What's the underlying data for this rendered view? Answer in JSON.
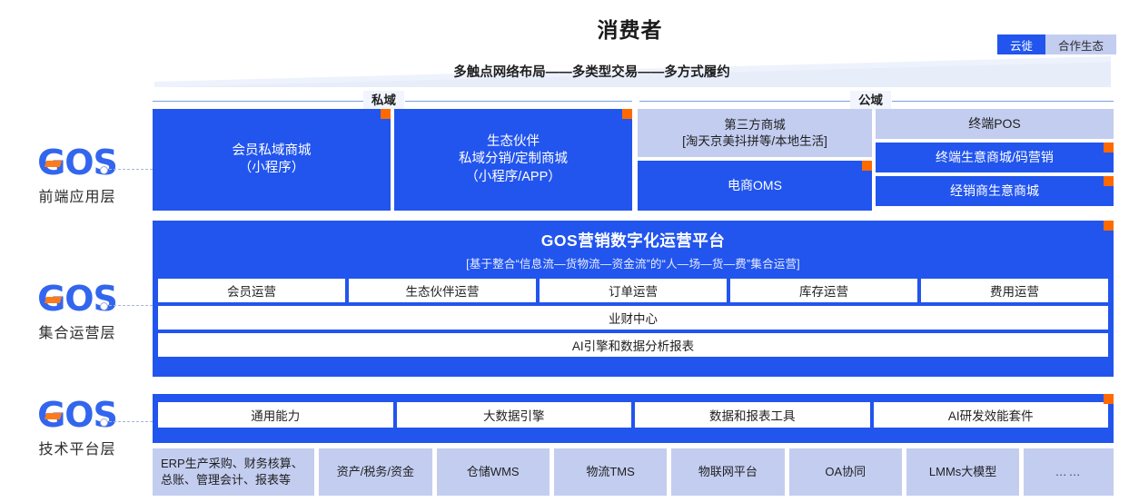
{
  "header": {
    "title": "消费者",
    "legend": [
      {
        "label": "云徙",
        "color": "#2255ee",
        "kind": "brand"
      },
      {
        "label": "合作生态",
        "color": "#c3cdf0",
        "kind": "partner"
      }
    ]
  },
  "funnel": {
    "text": "多触点网络布局——多类型交易——多方式履约"
  },
  "domains": [
    {
      "label": "私域"
    },
    {
      "label": "公域"
    }
  ],
  "rails": [
    {
      "logo": "GOS",
      "label": "前端应用层"
    },
    {
      "logo": "GOS",
      "label": "集合运营层"
    },
    {
      "logo": "GOS",
      "label": "技术平台层"
    }
  ],
  "frontend": {
    "private": [
      {
        "lines": [
          "会员私域商城",
          "（小程序）"
        ],
        "style": "blue",
        "corner": true
      },
      {
        "lines": [
          "生态伙伴",
          "私域分销/定制商城",
          "（小程序/APP）"
        ],
        "style": "blue",
        "corner": true
      }
    ],
    "public_left": [
      {
        "lines": [
          "第三方商城",
          "[淘天京美抖拼等/本地生活]"
        ],
        "style": "lilac",
        "corner": false
      },
      {
        "lines": [
          "电商OMS"
        ],
        "style": "blue",
        "corner": true
      }
    ],
    "public_right": [
      {
        "lines": [
          "终端POS"
        ],
        "style": "lilac",
        "corner": false
      },
      {
        "lines": [
          "终端生意商城/码营销"
        ],
        "style": "blue",
        "corner": true
      },
      {
        "lines": [
          "经销商生意商城"
        ],
        "style": "blue",
        "corner": true
      }
    ]
  },
  "ops": {
    "title": "GOS营销数字化运营平台",
    "subtitle": "[基于整合“信息流—货物流—资金流”的“人—场—货—费”集合运营]",
    "corner": true,
    "cells": [
      "会员运营",
      "生态伙伴运营",
      "订单运营",
      "库存运营",
      "费用运营"
    ],
    "wide_rows": [
      "业财中心",
      "AI引擎和数据分析报表"
    ]
  },
  "tech": {
    "corner": true,
    "cells": [
      "通用能力",
      "大数据引擎",
      "数据和报表工具",
      "AI研发效能套件"
    ],
    "foundation": [
      {
        "text": "ERP生产采购、财务核算、总账、管理会计、报表等",
        "wide": true
      },
      {
        "text": "资产/税务/资金",
        "wide": false
      },
      {
        "text": "仓储WMS",
        "wide": false
      },
      {
        "text": "物流TMS",
        "wide": false
      },
      {
        "text": "物联网平台",
        "wide": false
      },
      {
        "text": "OA协同",
        "wide": false
      },
      {
        "text": "LMMs大模型",
        "wide": false
      },
      {
        "text": "……",
        "wide": false
      }
    ]
  }
}
